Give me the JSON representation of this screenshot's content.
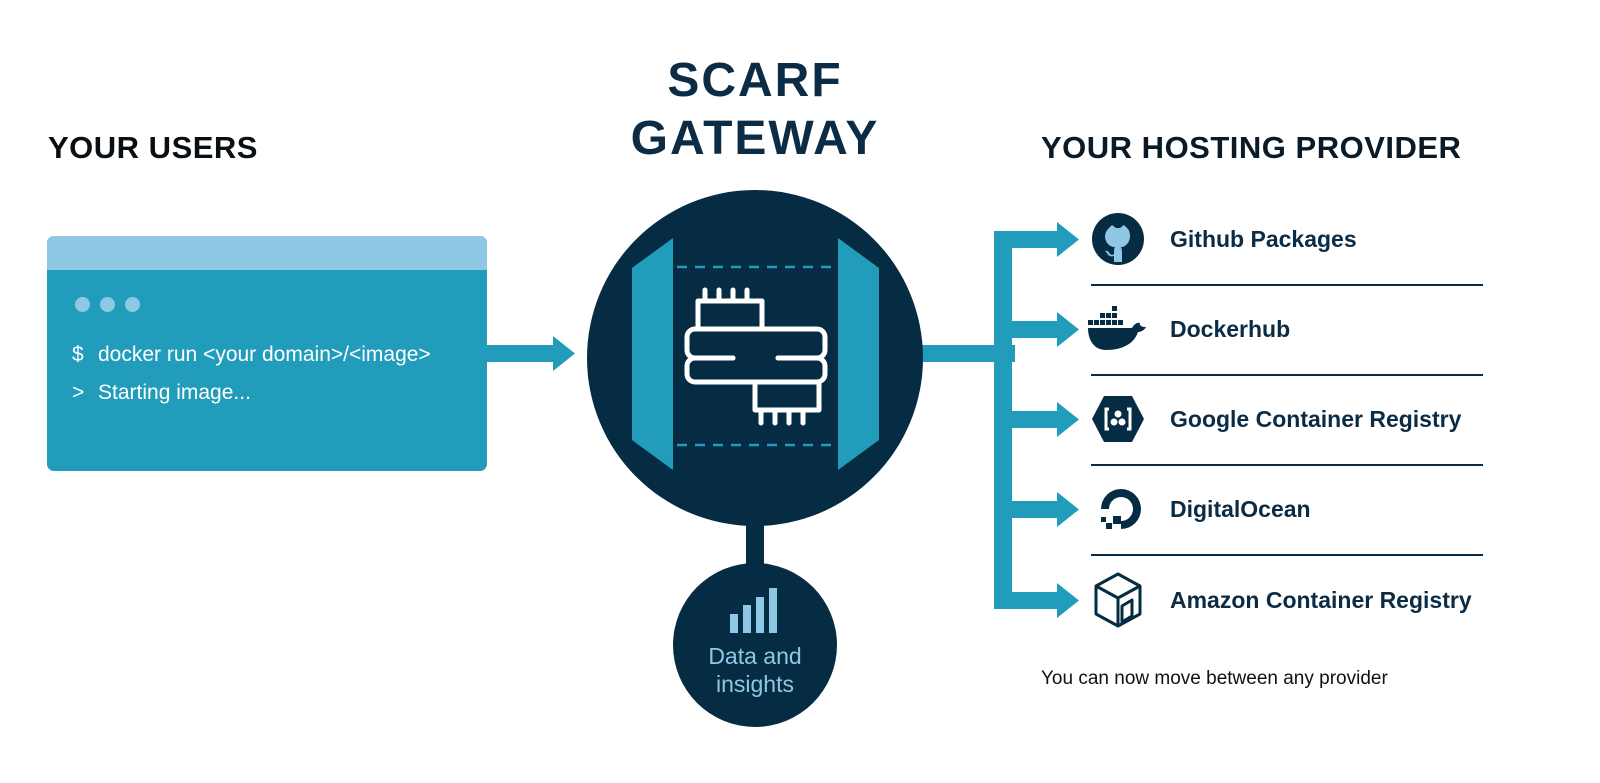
{
  "users": {
    "heading": "YOUR USERS",
    "terminal": {
      "lines": [
        {
          "prompt": "$",
          "text": "docker run <your domain>/<image>"
        },
        {
          "prompt": ">",
          "text": "Starting image..."
        }
      ]
    }
  },
  "gateway": {
    "title_line1": "SCARF",
    "title_line2": "GATEWAY",
    "icon": "scarf-logo-icon",
    "insights": {
      "icon": "bar-chart-icon",
      "label_line1": "Data and",
      "label_line2": "insights"
    }
  },
  "hosting": {
    "heading": "YOUR HOSTING PROVIDER",
    "providers": [
      {
        "name": "Github Packages",
        "icon": "github-icon"
      },
      {
        "name": "Dockerhub",
        "icon": "docker-whale-icon"
      },
      {
        "name": "Google Container Registry",
        "icon": "google-container-registry-icon"
      },
      {
        "name": "DigitalOcean",
        "icon": "digitalocean-icon"
      },
      {
        "name": "Amazon Container Registry",
        "icon": "amazon-ecr-cube-icon"
      }
    ],
    "note": "You can now move between any provider"
  },
  "colors": {
    "navy": "#062c43",
    "teal": "#219dbb",
    "light_blue": "#8fc8e4",
    "white": "#ffffff"
  }
}
